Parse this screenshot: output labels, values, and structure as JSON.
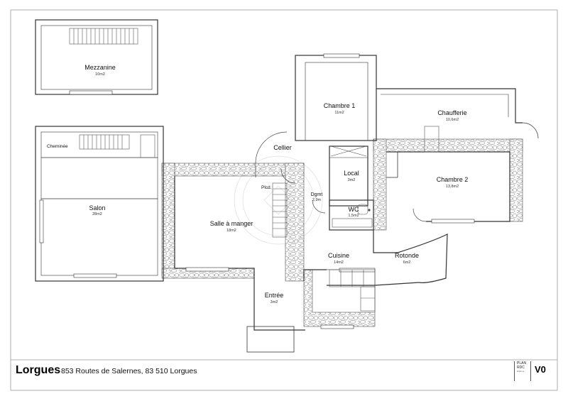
{
  "plan": {
    "rooms": [
      {
        "id": "mezzanine",
        "name": "Mezzanine",
        "area": "10m2"
      },
      {
        "id": "cheminee",
        "name": "Cheminée",
        "area": ""
      },
      {
        "id": "salon",
        "name": "Salon",
        "area": "28m2"
      },
      {
        "id": "salle_a_manger",
        "name": "Salle à manger",
        "area": "18m2"
      },
      {
        "id": "cellier",
        "name": "Cellier",
        "area": ""
      },
      {
        "id": "placard",
        "name": "Plcd.",
        "area": ""
      },
      {
        "id": "chambre1",
        "name": "Chambre 1",
        "area": "11m2"
      },
      {
        "id": "chaufferie",
        "name": "Chaufferie",
        "area": "10,6m2"
      },
      {
        "id": "local",
        "name": "Local",
        "area": "3m2"
      },
      {
        "id": "dgmt",
        "name": "Dgmt",
        "area": "2,9m"
      },
      {
        "id": "wc",
        "name": "WC",
        "area": "1,5m2"
      },
      {
        "id": "chambre2",
        "name": "Chambre 2",
        "area": "13,8m2"
      },
      {
        "id": "cuisine",
        "name": "Cuisine",
        "area": "14m2"
      },
      {
        "id": "rotonde",
        "name": "Rotonde",
        "area": "6m2"
      },
      {
        "id": "entree",
        "name": "Entrée",
        "area": "3m2"
      }
    ]
  },
  "footer": {
    "city": "Lorgues",
    "address": "853 Routes de Salernes, 83 510 Lorgues",
    "plan_label": "PLAN",
    "level_label": "RDC",
    "small_note": "Etat/Lot",
    "version": "V0"
  }
}
